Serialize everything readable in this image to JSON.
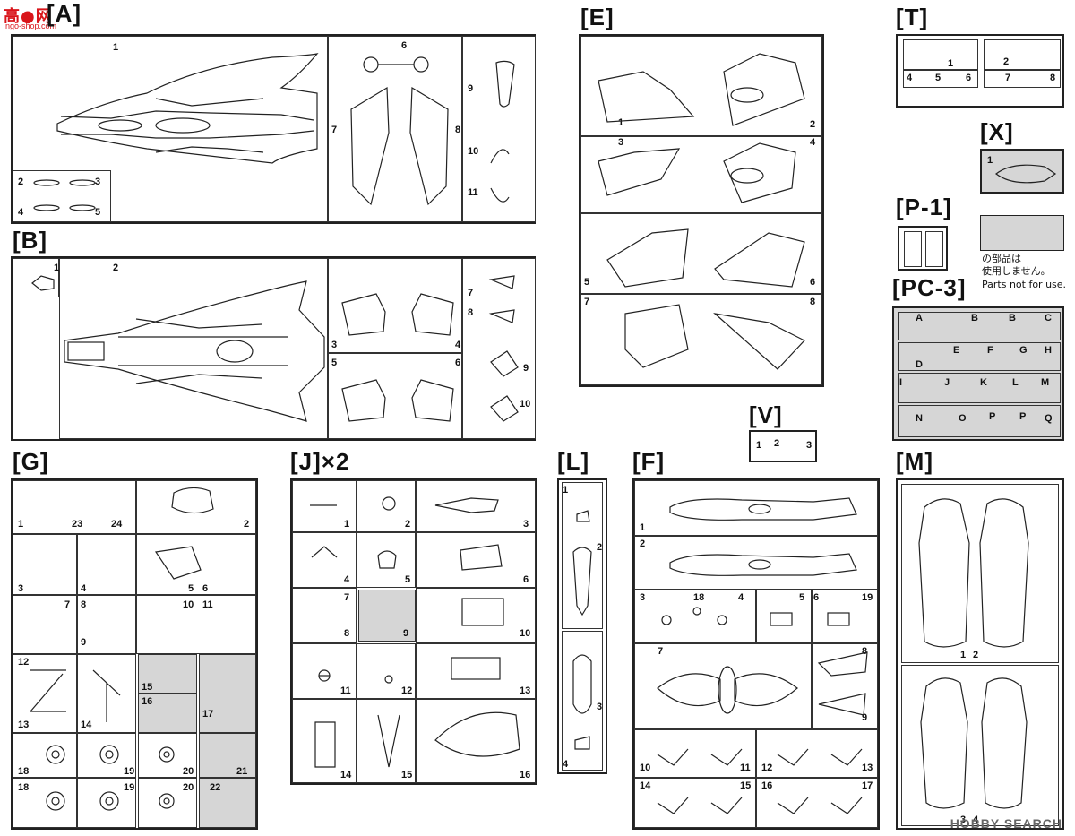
{
  "logo": {
    "main": "高●网",
    "sub": "ngo-shop.com"
  },
  "watermark": "HOBBY SEARCH",
  "sections": {
    "A": {
      "title": "[A]",
      "parts": [
        "1",
        "2",
        "3",
        "4",
        "5",
        "6",
        "7",
        "8",
        "9",
        "10",
        "11"
      ]
    },
    "B": {
      "title": "[B]",
      "parts": [
        "1",
        "2",
        "3",
        "4",
        "5",
        "6",
        "7",
        "8",
        "9",
        "10"
      ]
    },
    "E": {
      "title": "[E]",
      "parts": [
        "1",
        "2",
        "3",
        "4",
        "5",
        "6",
        "7",
        "8"
      ]
    },
    "T": {
      "title": "[T]",
      "parts": [
        "1",
        "2",
        "4",
        "5",
        "6",
        "7",
        "8"
      ]
    },
    "X": {
      "title": "[X]",
      "parts": [
        "1"
      ]
    },
    "P1": {
      "title": "[P-1]"
    },
    "PC3": {
      "title": "[PC-3]",
      "parts": [
        "A",
        "B",
        "B",
        "C",
        "D",
        "E",
        "F",
        "G",
        "H",
        "I",
        "J",
        "K",
        "L",
        "M",
        "N",
        "O",
        "P",
        "P",
        "Q"
      ]
    },
    "V": {
      "title": "[V]",
      "parts": [
        "1",
        "2",
        "3"
      ]
    },
    "G": {
      "title": "[G]",
      "parts": [
        "1",
        "23",
        "24",
        "2",
        "3",
        "4",
        "5",
        "6",
        "7",
        "8",
        "9",
        "10",
        "11",
        "12",
        "13",
        "14",
        "15",
        "16",
        "17",
        "18",
        "19",
        "20",
        "21",
        "18",
        "19",
        "20",
        "22"
      ]
    },
    "J": {
      "title": "[J]×2",
      "parts": [
        "1",
        "2",
        "3",
        "4",
        "5",
        "6",
        "7",
        "8",
        "9",
        "10",
        "11",
        "12",
        "13",
        "14",
        "15",
        "16"
      ]
    },
    "L": {
      "title": "[L]",
      "parts": [
        "1",
        "2",
        "3",
        "4"
      ]
    },
    "F": {
      "title": "[F]",
      "parts": [
        "1",
        "2",
        "3",
        "18",
        "4",
        "5",
        "6",
        "19",
        "7",
        "8",
        "9",
        "10",
        "11",
        "12",
        "13",
        "14",
        "15",
        "16",
        "17"
      ]
    },
    "M": {
      "title": "[M]",
      "parts": [
        "1",
        "2",
        "3",
        "4"
      ]
    }
  },
  "legend": {
    "jp_line1": "の部品は",
    "jp_line2": "使用しません。",
    "en": "Parts not for use."
  }
}
